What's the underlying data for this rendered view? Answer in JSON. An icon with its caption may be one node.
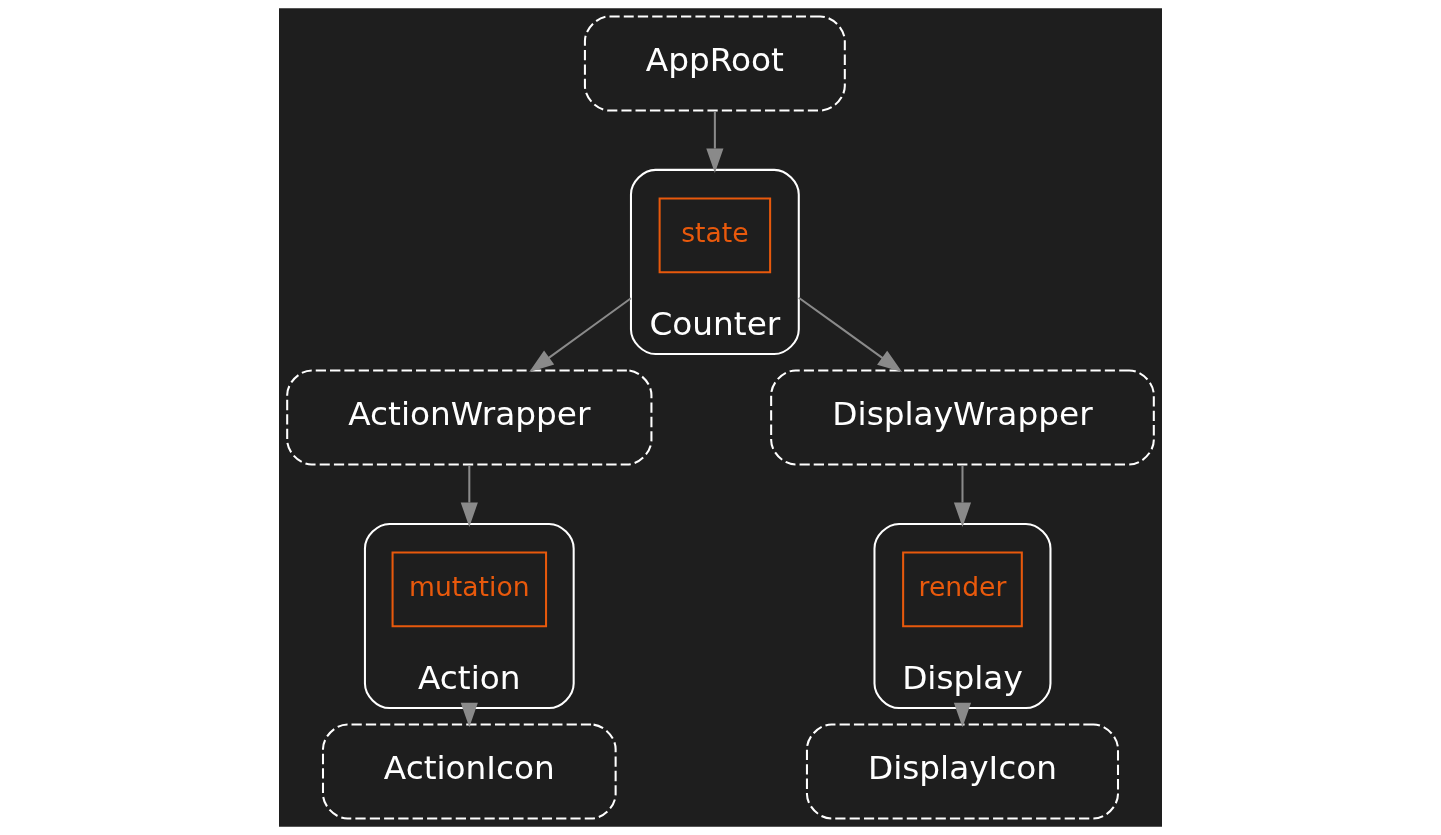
{
  "diagram": {
    "nodes": [
      {
        "text": [
          "AppRoot"
        ]
      },
      {
        "text": [
          "Counter"
        ]
      },
      {
        "text": [
          "state"
        ],
        "in": 1
      },
      {
        "text": [
          "ActionWrapper"
        ]
      },
      {
        "text": [
          "DisplayWrapper"
        ]
      },
      {
        "text": [
          "Action"
        ]
      },
      {
        "text": [
          "mutation"
        ],
        "in": 5
      },
      {
        "text": [
          "Display"
        ]
      },
      {
        "text": [
          "render"
        ],
        "in": 7
      },
      {
        "text": [
          "ActionIcon"
        ]
      },
      {
        "text": [
          "DisplayIcon"
        ]
      }
    ],
    "edges": [
      {
        "from": 0,
        "to": 1,
        "arrow": "to"
      },
      {
        "from": 1,
        "to": 3,
        "arrow": "to"
      },
      {
        "from": 1,
        "to": 4,
        "arrow": "to"
      },
      {
        "from": 3,
        "to": 5,
        "arrow": "to"
      },
      {
        "from": 4,
        "to": 7,
        "arrow": "to"
      },
      {
        "from": 5,
        "to": 9,
        "arrow": "to"
      },
      {
        "from": 7,
        "to": 10,
        "arrow": "to"
      }
    ]
  }
}
